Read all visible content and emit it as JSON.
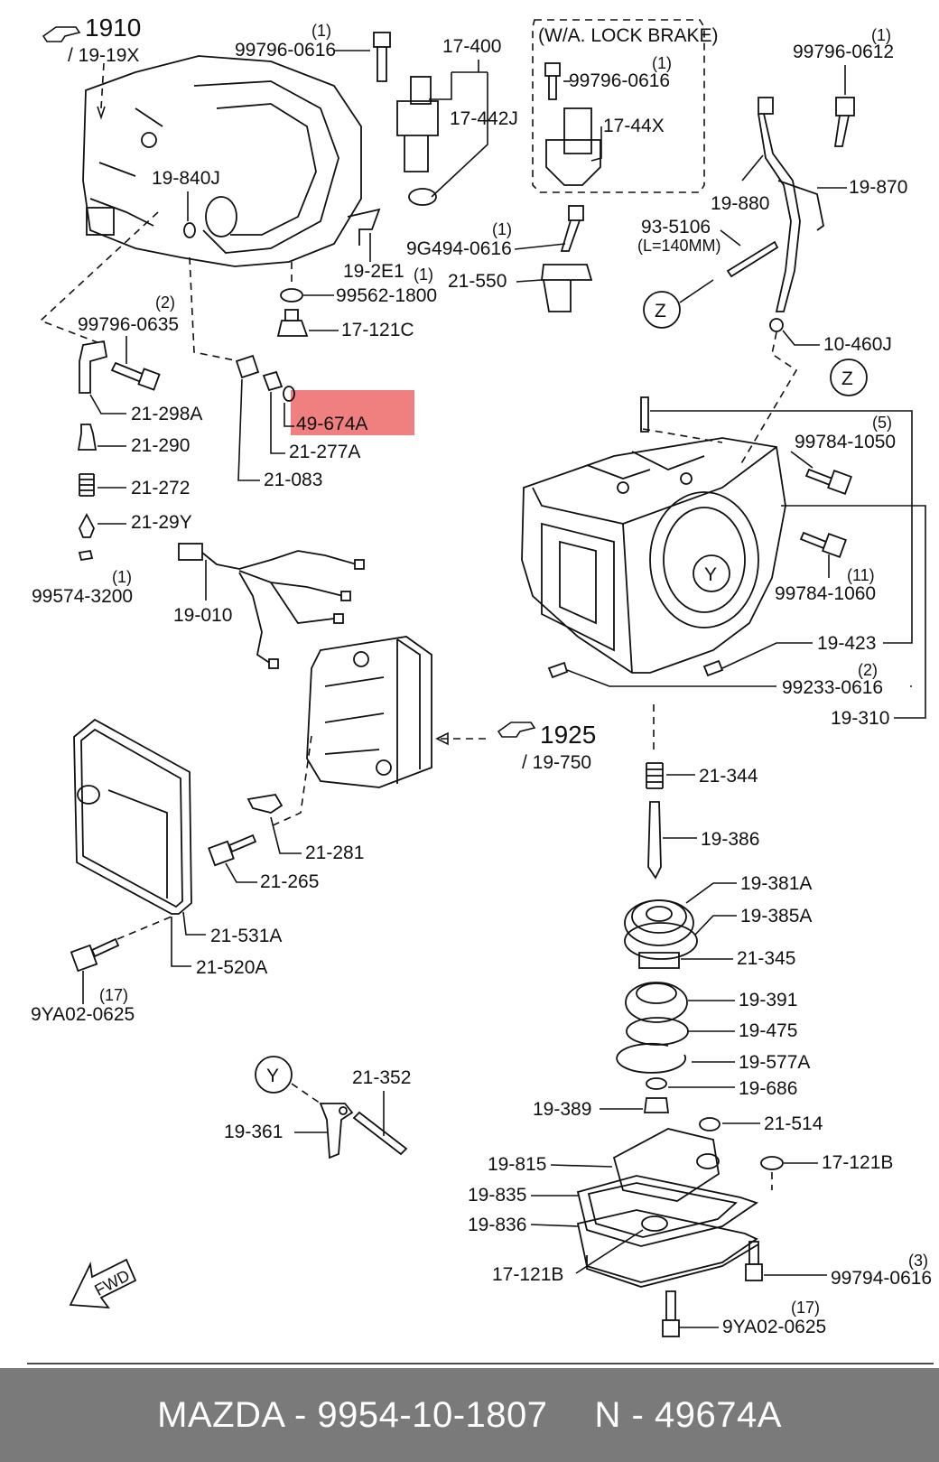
{
  "diagram": {
    "highlight_color": "#f08080",
    "refs": {
      "r1910": "1910",
      "r1910_sub": "/ 19-19X",
      "r1925": "1925",
      "r1925_sub": "/ 19-750"
    },
    "callouts": {
      "lock_brake": "(W/A. LOCK BRAKE)",
      "fwd": "FWD",
      "z": "Z",
      "y": "Y"
    },
    "labels": {
      "p99796_0616_top": "99796-0616",
      "q99796_0616_top": "(1)",
      "p17_400": "17-400",
      "p17_442j": "17-442J",
      "p99796_0616_lock": "99796-0616",
      "q99796_0616_lock": "(1)",
      "p17_44x": "17-44X",
      "p99796_0612": "99796-0612",
      "q99796_0612": "(1)",
      "p19_870": "19-870",
      "p19_880": "19-880",
      "p93_5106": "93-5106",
      "p93_5106_note": "(L=140MM)",
      "p10_460j": "10-460J",
      "p9g494_0616": "9G494-0616",
      "q9g494_0616": "(1)",
      "p21_550": "21-550",
      "p19_840j": "19-840J",
      "p19_2e1": "19-2E1",
      "p99562_1800": "99562-1800",
      "q99562_1800": "(1)",
      "p17_121c": "17-121C",
      "p99796_0635": "99796-0635",
      "q99796_0635": "(2)",
      "p21_298a": "21-298A",
      "p21_290": "21-290",
      "p21_272": "21-272",
      "p21_29y": "21-29Y",
      "p99574_3200": "99574-3200",
      "q99574_3200": "(1)",
      "p49_674a": "49-674A",
      "p21_277a": "21-277A",
      "p21_083": "21-083",
      "p19_010": "19-010",
      "p99784_1050": "99784-1050",
      "q99784_1050": "(5)",
      "p99784_1060": "99784-1060",
      "q99784_1060": "(11)",
      "p19_423": "19-423",
      "p99233_0616": "99233-0616",
      "q99233_0616": "(2)",
      "p19_310": "19-310",
      "p21_344": "21-344",
      "p19_386": "19-386",
      "p19_381a": "19-381A",
      "p19_385a": "19-385A",
      "p21_345": "21-345",
      "p19_391": "19-391",
      "p19_475": "19-475",
      "p19_577a": "19-577A",
      "p19_686": "19-686",
      "p19_389": "19-389",
      "p21_514": "21-514",
      "p19_815": "19-815",
      "p17_121b_a": "17-121B",
      "p19_835": "19-835",
      "p19_836": "19-836",
      "p17_121b_b": "17-121B",
      "p99794_0616": "99794-0616",
      "q99794_0616": "(3)",
      "p9ya02_0625_r": "9YA02-0625",
      "q9ya02_0625_r": "(17)",
      "p21_281": "21-281",
      "p21_265": "21-265",
      "p21_531a": "21-531A",
      "p21_520a": "21-520A",
      "p9ya02_0625_l": "9YA02-0625",
      "q9ya02_0625_l": "(17)",
      "p21_352": "21-352",
      "p19_361": "19-361"
    }
  },
  "footer": {
    "brand_part": "MAZDA - 9954-10-1807",
    "number": "N - 49674A"
  }
}
